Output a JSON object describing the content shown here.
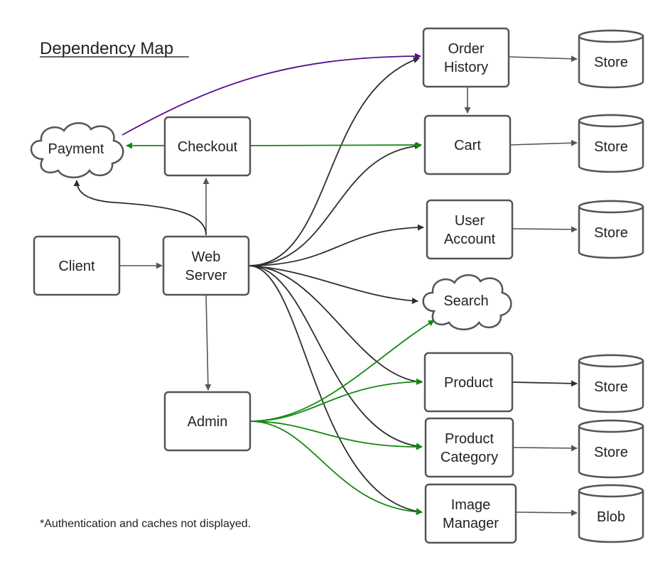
{
  "title": "Dependency Map",
  "footnote": "*Authentication and caches not displayed.",
  "colors": {
    "stroke": "#555555",
    "edge": "#555555",
    "edge_dark": "#2e2e2e",
    "edge_green": "#108a10",
    "edge_purple": "#5a0d8c",
    "background": "#ffffff"
  },
  "nodes": [
    {
      "id": "client",
      "shape": "box",
      "lines": [
        "Client"
      ]
    },
    {
      "id": "web-server",
      "shape": "box",
      "lines": [
        "Web",
        "Server"
      ]
    },
    {
      "id": "checkout",
      "shape": "box",
      "lines": [
        "Checkout"
      ]
    },
    {
      "id": "admin",
      "shape": "box",
      "lines": [
        "Admin"
      ]
    },
    {
      "id": "payment",
      "shape": "cloud",
      "lines": [
        "Payment"
      ]
    },
    {
      "id": "order-history",
      "shape": "box",
      "lines": [
        "Order",
        "History"
      ]
    },
    {
      "id": "cart",
      "shape": "box",
      "lines": [
        "Cart"
      ]
    },
    {
      "id": "user-account",
      "shape": "box",
      "lines": [
        "User",
        "Account"
      ]
    },
    {
      "id": "search",
      "shape": "cloud",
      "lines": [
        "Search"
      ]
    },
    {
      "id": "product",
      "shape": "box",
      "lines": [
        "Product"
      ]
    },
    {
      "id": "product-category",
      "shape": "box",
      "lines": [
        "Product",
        "Category"
      ]
    },
    {
      "id": "image-manager",
      "shape": "box",
      "lines": [
        "Image",
        "Manager"
      ]
    },
    {
      "id": "store-order-history",
      "shape": "cylinder",
      "lines": [
        "Store"
      ]
    },
    {
      "id": "store-cart",
      "shape": "cylinder",
      "lines": [
        "Store"
      ]
    },
    {
      "id": "store-user-account",
      "shape": "cylinder",
      "lines": [
        "Store"
      ]
    },
    {
      "id": "store-product",
      "shape": "cylinder",
      "lines": [
        "Store"
      ]
    },
    {
      "id": "store-product-category",
      "shape": "cylinder",
      "lines": [
        "Store"
      ]
    },
    {
      "id": "blob-image-manager",
      "shape": "cylinder",
      "lines": [
        "Blob"
      ]
    }
  ],
  "edges": [
    {
      "from": "client",
      "to": "web-server",
      "color": "gray"
    },
    {
      "from": "web-server",
      "to": "checkout",
      "color": "gray"
    },
    {
      "from": "web-server",
      "to": "payment",
      "color": "dark"
    },
    {
      "from": "web-server",
      "to": "admin",
      "color": "gray"
    },
    {
      "from": "web-server",
      "to": "order-history",
      "color": "dark"
    },
    {
      "from": "web-server",
      "to": "cart",
      "color": "dark"
    },
    {
      "from": "web-server",
      "to": "user-account",
      "color": "dark"
    },
    {
      "from": "web-server",
      "to": "search",
      "color": "dark"
    },
    {
      "from": "web-server",
      "to": "product",
      "color": "dark"
    },
    {
      "from": "web-server",
      "to": "product-category",
      "color": "dark"
    },
    {
      "from": "web-server",
      "to": "image-manager",
      "color": "dark"
    },
    {
      "from": "checkout",
      "to": "payment",
      "color": "green"
    },
    {
      "from": "checkout",
      "to": "cart",
      "color": "green"
    },
    {
      "from": "payment",
      "to": "order-history",
      "color": "purple"
    },
    {
      "from": "order-history",
      "to": "cart",
      "color": "gray"
    },
    {
      "from": "admin",
      "to": "search",
      "color": "green"
    },
    {
      "from": "admin",
      "to": "product",
      "color": "green"
    },
    {
      "from": "admin",
      "to": "product-category",
      "color": "green"
    },
    {
      "from": "admin",
      "to": "image-manager",
      "color": "green"
    },
    {
      "from": "order-history",
      "to": "store-order-history",
      "color": "gray"
    },
    {
      "from": "cart",
      "to": "store-cart",
      "color": "gray"
    },
    {
      "from": "user-account",
      "to": "store-user-account",
      "color": "gray"
    },
    {
      "from": "product",
      "to": "store-product",
      "color": "dark"
    },
    {
      "from": "product-category",
      "to": "store-product-category",
      "color": "gray"
    },
    {
      "from": "image-manager",
      "to": "blob-image-manager",
      "color": "gray"
    }
  ]
}
